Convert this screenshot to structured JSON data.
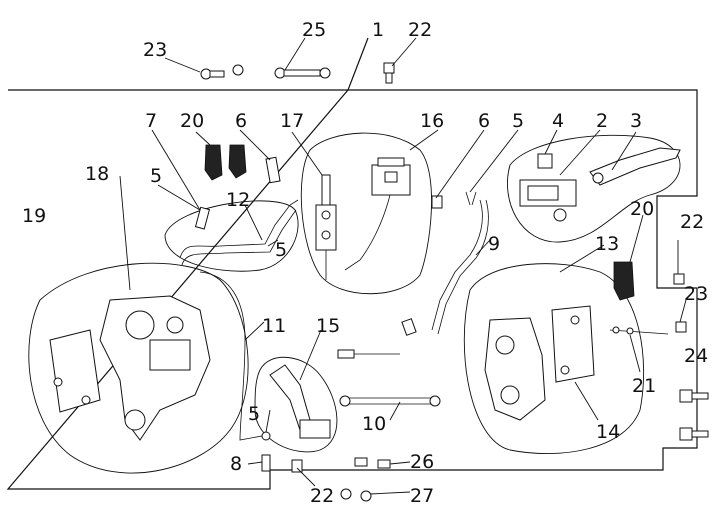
{
  "diagram": {
    "callouts": [
      {
        "id": "c23a",
        "text": "23"
      },
      {
        "id": "c25",
        "text": "25"
      },
      {
        "id": "c1",
        "text": "1"
      },
      {
        "id": "c22a",
        "text": "22"
      },
      {
        "id": "c7",
        "text": "7"
      },
      {
        "id": "c20a",
        "text": "20"
      },
      {
        "id": "c6a",
        "text": "6"
      },
      {
        "id": "c17",
        "text": "17"
      },
      {
        "id": "c16",
        "text": "16"
      },
      {
        "id": "c6b",
        "text": "6"
      },
      {
        "id": "c5a",
        "text": "5"
      },
      {
        "id": "c4",
        "text": "4"
      },
      {
        "id": "c2",
        "text": "2"
      },
      {
        "id": "c3",
        "text": "3"
      },
      {
        "id": "c5b",
        "text": "5"
      },
      {
        "id": "c18",
        "text": "18"
      },
      {
        "id": "c12",
        "text": "12"
      },
      {
        "id": "c19",
        "text": "19"
      },
      {
        "id": "c5c",
        "text": "5"
      },
      {
        "id": "c9",
        "text": "9"
      },
      {
        "id": "c13",
        "text": "13"
      },
      {
        "id": "c20b",
        "text": "20"
      },
      {
        "id": "c22b",
        "text": "22"
      },
      {
        "id": "c23b",
        "text": "23"
      },
      {
        "id": "c11",
        "text": "11"
      },
      {
        "id": "c15",
        "text": "15"
      },
      {
        "id": "c24",
        "text": "24"
      },
      {
        "id": "c21",
        "text": "21"
      },
      {
        "id": "c10",
        "text": "10"
      },
      {
        "id": "c14",
        "text": "14"
      },
      {
        "id": "c5d",
        "text": "5"
      },
      {
        "id": "c8",
        "text": "8"
      },
      {
        "id": "c26",
        "text": "26"
      },
      {
        "id": "c22c",
        "text": "22"
      },
      {
        "id": "c27",
        "text": "27"
      }
    ]
  }
}
